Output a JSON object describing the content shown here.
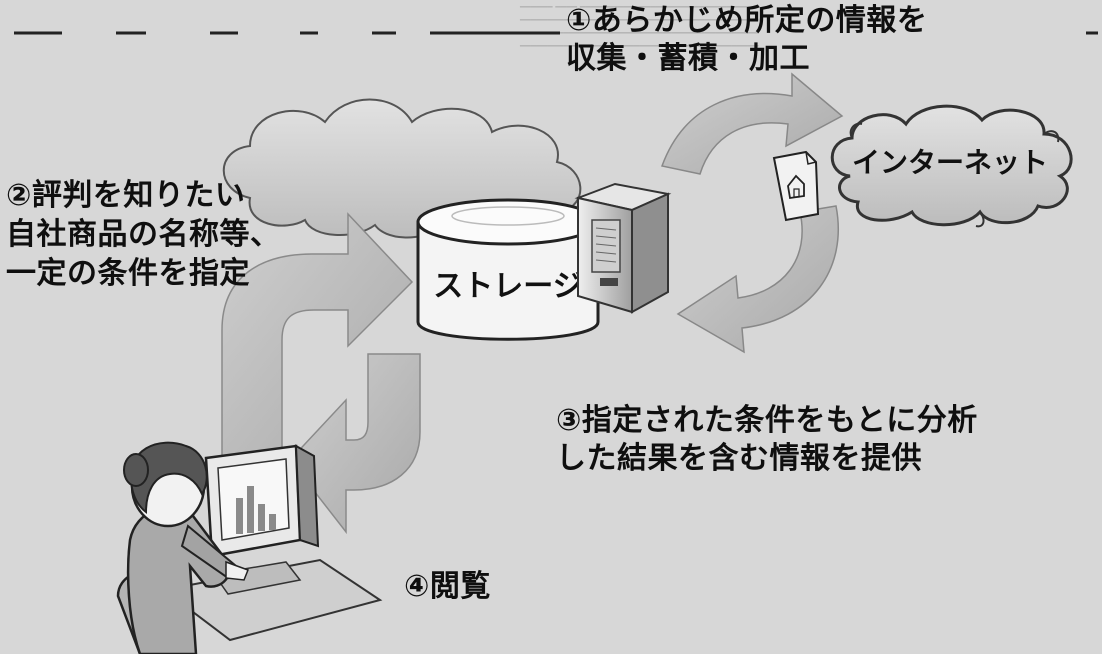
{
  "steps": {
    "step1": {
      "line1": "①あらかじめ所定の情報を",
      "line2": "収集・蓄積・加工"
    },
    "step2": {
      "line1": "②評判を知りたい",
      "line2": "自社商品の名称等、",
      "line3": "一定の条件を指定"
    },
    "step3": {
      "line1": "③指定された条件をもとに分析",
      "line2": "した結果を含む情報を提供"
    },
    "step4": {
      "label": "④閲覧"
    }
  },
  "nodes": {
    "storage": "ストレージ",
    "internet": "インターネット"
  },
  "colors": {
    "background": "#d7d7d7",
    "arrow_fill": "#bdbdbd",
    "arrow_edge": "#9e9e9e",
    "cloud_fill": "#cfcfcf",
    "cylinder_fill": "#f7f7f7",
    "text": "#0f0f0f"
  },
  "icons": {
    "server": "server-icon",
    "web_page": "web-page-icon",
    "user": "person-at-computer-icon"
  }
}
